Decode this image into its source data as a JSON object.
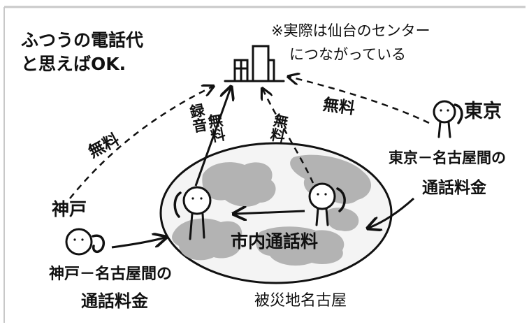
{
  "colors": {
    "ink": "#111111",
    "region_gray": "#b3b3b3",
    "oval_fill": "#f4f4f4",
    "frame": "#c8c8c8"
  },
  "note_top_left": {
    "line1": "ふつうの電話代",
    "line2": "と思えばOK."
  },
  "note_top_right": {
    "line1": "※実際は仙台のセンター",
    "line2": "につながっている"
  },
  "free_labels": {
    "kobe_to_center": "無料",
    "tokyo_to_center": "無料",
    "nagoya_right_to_center": "無料"
  },
  "record_label": {
    "line1": "録音",
    "line2": "無料"
  },
  "places": {
    "tokyo": "東京",
    "kobe": "神戸",
    "affected_area": "被災地名古屋"
  },
  "charges": {
    "tokyo_line1": "東京－名古屋間の",
    "tokyo_line2": "通話料金",
    "kobe_line1": "神戸－名古屋間の",
    "kobe_line2": "通話料金",
    "local_call": "市内通話料"
  },
  "icons": {
    "center": "building-icon",
    "person": "stick-person-with-phone"
  }
}
